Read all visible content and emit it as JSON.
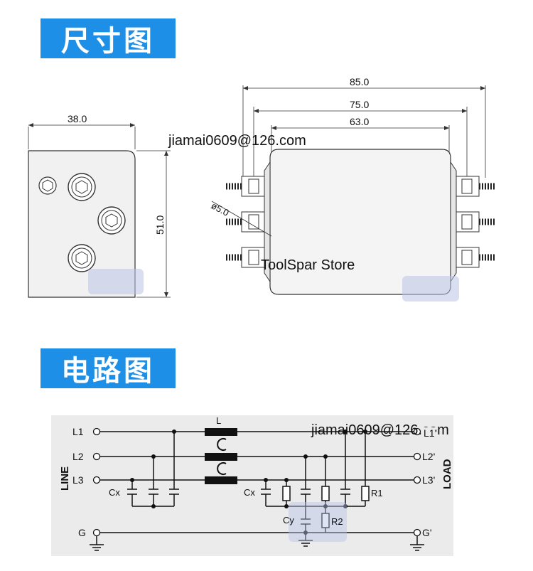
{
  "sections": {
    "dimensions_title": "尺寸图",
    "circuit_title": "电路图"
  },
  "dimensions": {
    "side_width": "38.0",
    "side_height": "51.0",
    "top_overall": "85.0",
    "top_mid": "75.0",
    "top_body": "63.0",
    "hole": "ø5.0"
  },
  "overlay": {
    "email_1": "jiamai0609@126.com",
    "store": "ToolSpar Store",
    "email_2": "jiamai0609@126.com"
  },
  "circuit": {
    "inputs": [
      "L1",
      "L2",
      "L3"
    ],
    "outputs": [
      "L1'",
      "L2'",
      "L3'"
    ],
    "ground_in": "G",
    "ground_out": "G'",
    "line_label": "LINE",
    "load_label": "LOAD",
    "inductor": "L",
    "cx_left": "Cx",
    "cx_right": "Cx",
    "cy": "Cy",
    "r1": "R1",
    "r2": "R2"
  },
  "colors": {
    "banner": "#1e8fe6",
    "diagram_bg": "#ebebeb",
    "component": "#111111"
  }
}
